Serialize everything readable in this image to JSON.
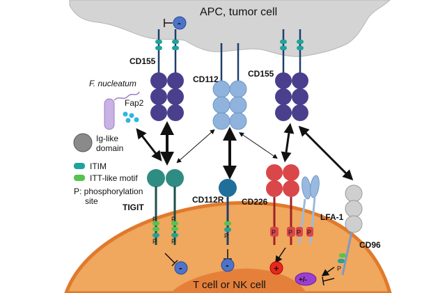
{
  "labels": {
    "apc": "APC, tumor cell",
    "tcell": "T cell or NK cell",
    "cd155_left": "CD155",
    "cd112": "CD112",
    "cd155_right": "CD155",
    "tigit": "TIGIT",
    "cd112r": "CD112R",
    "cd226": "CD226",
    "lfa1": "LFA-1",
    "cd96": "CD96",
    "f_nucleatum": "F. nucleatum",
    "fap2": "Fap2"
  },
  "legend": {
    "ig_line1": "Ig-like",
    "ig_line2": "domain",
    "itim": "ITIM",
    "itt": "ITT-like motif",
    "p_line1": "P: phosphorylation",
    "p_line2": "site"
  },
  "glyphs": {
    "minus": "-",
    "plus": "+",
    "plusminus": "+/-",
    "p": "P"
  },
  "colors": {
    "apc_gray": "#d4d4d4",
    "tcell_orange": "#f0a75e",
    "nucleus_orange": "#e5803a",
    "membrane": "#e07a2c",
    "cd155_purple": "#4a3f8c",
    "cd112_blue": "#8fb3dc",
    "tigit_teal": "#2f8c82",
    "cd112r_blue": "#1f6f9a",
    "cd226_red": "#d9474a",
    "lfa1_blue": "#9ab9e0",
    "cd96_gray": "#cfcfcf",
    "itim_teal": "#1fa39a",
    "itt_green": "#55c34f",
    "minus_blue": "#4d74c9",
    "plus_red": "#e8281e",
    "plusminus_purple": "#9b3fd0"
  }
}
